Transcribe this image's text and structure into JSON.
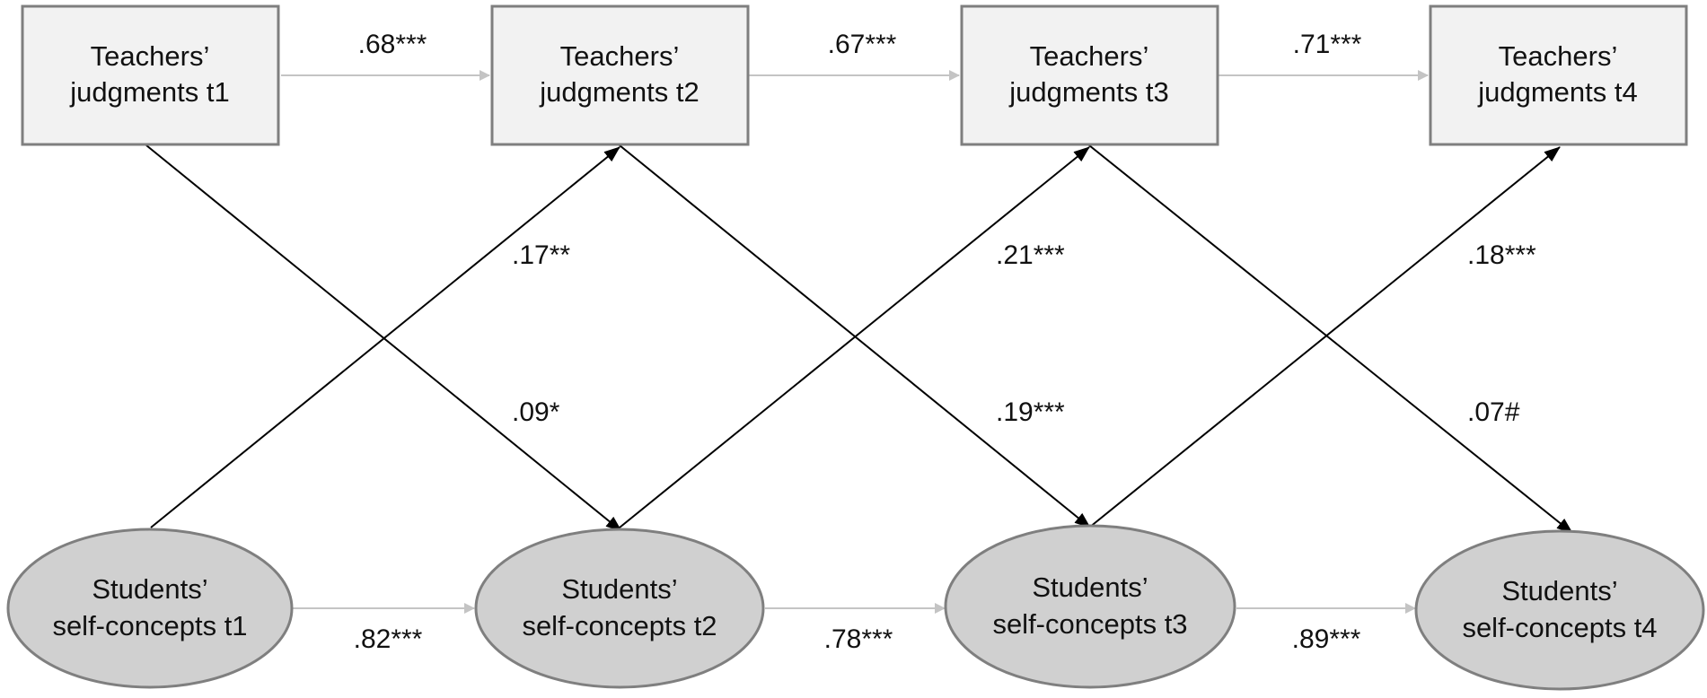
{
  "teachers": [
    {
      "line1": "Teachers’",
      "line2": "judgments t1"
    },
    {
      "line1": "Teachers’",
      "line2": "judgments t2"
    },
    {
      "line1": "Teachers’",
      "line2": "judgments t3"
    },
    {
      "line1": "Teachers’",
      "line2": "judgments t4"
    }
  ],
  "students": [
    {
      "line1": "Students’",
      "line2": "self-concepts t1"
    },
    {
      "line1": "Students’",
      "line2": "self-concepts t2"
    },
    {
      "line1": "Students’",
      "line2": "self-concepts t3"
    },
    {
      "line1": "Students’",
      "line2": "self-concepts t4"
    }
  ],
  "teacher_stability": [
    ".68***",
    ".67***",
    ".71***"
  ],
  "student_stability": [
    ".82***",
    ".78***",
    ".89***"
  ],
  "student_to_teacher": [
    ".17**",
    ".21***",
    ".18***"
  ],
  "teacher_to_student": [
    ".09*",
    ".19***",
    ".07#"
  ],
  "colors": {
    "box_fill": "#f2f2f2",
    "ellipse_fill": "#d0d0d0",
    "border": "#7f7f7f",
    "stability_arrow": "#c4c4c4",
    "cross_arrow": "#000000"
  }
}
